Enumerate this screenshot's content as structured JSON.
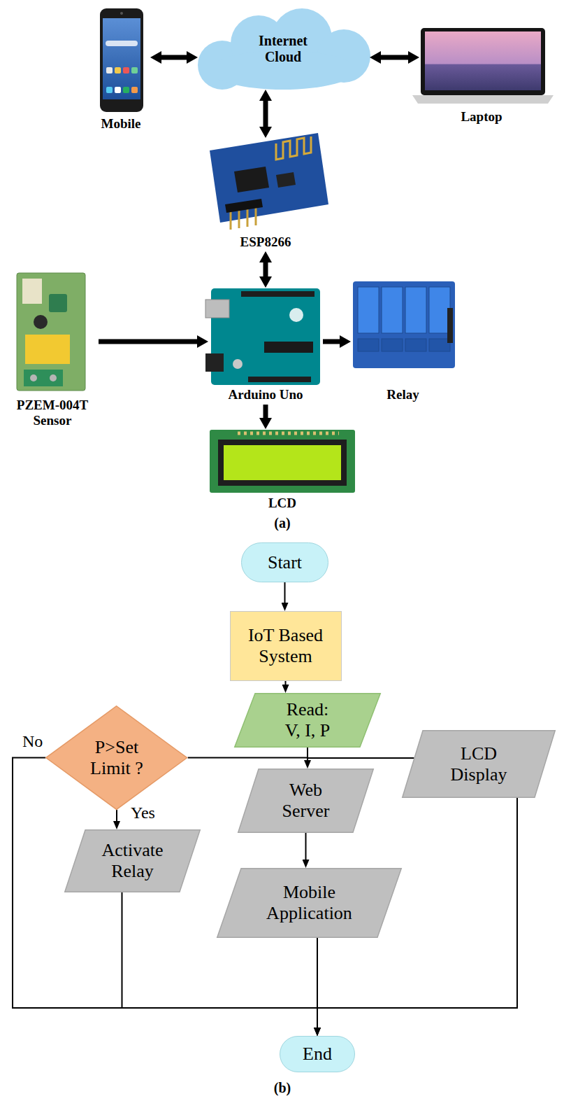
{
  "diagram": {
    "nodes": [
      {
        "text": [
          "Mobile"
        ]
      },
      {
        "text": [
          "Internet Cloud"
        ]
      },
      {
        "text": [
          "Laptop"
        ]
      },
      {
        "text": [
          "ESP8266"
        ]
      },
      {
        "text": [
          "PZEM-004T Sensor"
        ]
      },
      {
        "text": [
          "Arduino Uno"
        ]
      },
      {
        "text": [
          "Relay"
        ]
      },
      {
        "text": [
          "LCD"
        ]
      },
      {
        "text": [
          "Start"
        ]
      },
      {
        "text": [
          "IoT Based System"
        ]
      },
      {
        "text": [
          "Read: V, I, P"
        ]
      },
      {
        "text": [
          "P>Set Limit ?"
        ]
      },
      {
        "text": [
          "Web Server"
        ]
      },
      {
        "text": [
          "LCD Display"
        ]
      },
      {
        "text": [
          "Activate Relay"
        ]
      },
      {
        "text": [
          "Mobile Application"
        ]
      },
      {
        "text": [
          "End"
        ]
      }
    ],
    "edges": [
      {
        "from": 0,
        "to": 1,
        "arrow": "both"
      },
      {
        "from": 1,
        "to": 2,
        "arrow": "both"
      },
      {
        "from": 1,
        "to": 3,
        "arrow": "both"
      },
      {
        "from": 3,
        "to": 5,
        "arrow": "both"
      },
      {
        "from": 4,
        "to": 5,
        "arrow": "to"
      },
      {
        "from": 5,
        "to": 6,
        "arrow": "to"
      },
      {
        "from": 5,
        "to": 7,
        "arrow": "to"
      },
      {
        "from": 8,
        "to": 9,
        "arrow": "to"
      },
      {
        "from": 9,
        "to": 10,
        "arrow": "to"
      },
      {
        "from": 10,
        "to": 11,
        "arrow": "none"
      },
      {
        "from": 10,
        "to": 12,
        "arrow": "to"
      },
      {
        "from": 10,
        "to": 13,
        "arrow": "none"
      },
      {
        "from": 11,
        "to": 14,
        "label": "Yes",
        "arrow": "to"
      },
      {
        "from": 11,
        "to": 16,
        "label": "No",
        "arrow": "to"
      },
      {
        "from": 12,
        "to": 15,
        "arrow": "to"
      },
      {
        "from": 14,
        "to": 16,
        "arrow": "to"
      },
      {
        "from": 15,
        "to": 16,
        "arrow": "to"
      },
      {
        "from": 13,
        "to": 16,
        "arrow": "to"
      }
    ],
    "labels": [
      "(a)",
      "(b)"
    ]
  }
}
